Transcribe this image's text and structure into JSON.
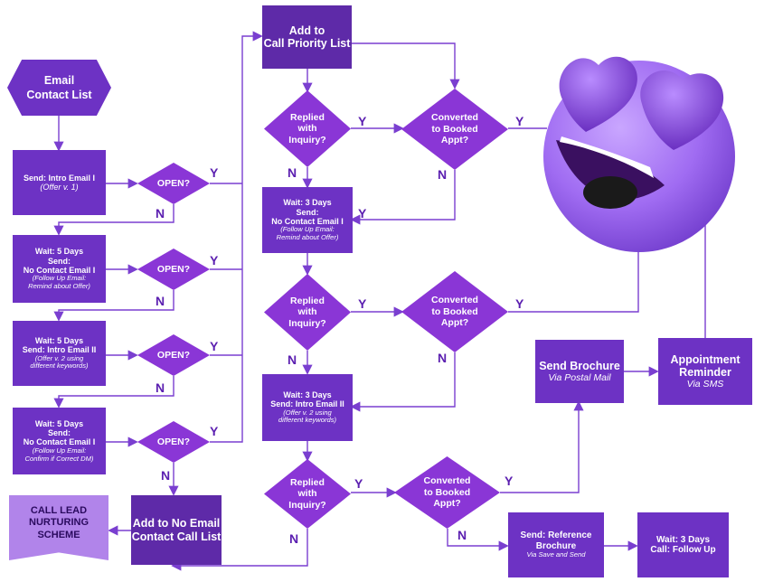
{
  "start": {
    "line1": "Email",
    "line2": "Contact List"
  },
  "boxes": {
    "intro1": {
      "l1": "Send: Intro Email I",
      "sub": "(Offer v. 1)"
    },
    "wait_nc1": {
      "l1": "Wait: 5 Days",
      "l2": "Send:",
      "l3": "No Contact Email I",
      "sub1": "(Follow Up Email:",
      "sub2": "Remind about Offer)"
    },
    "wait_intro2": {
      "l1": "Wait: 5 Days",
      "l2": "Send: Intro Email II",
      "sub1": "(Offer v. 2 using",
      "sub2": "different keywords)"
    },
    "wait_nc1b": {
      "l1": "Wait: 5 Days",
      "l2": "Send:",
      "l3": "No Contact Email I",
      "sub1": "(Follow Up Email:",
      "sub2": "Confirm if Correct DM)"
    },
    "add_priority": {
      "l1": "Add to",
      "l2": "Call Priority List"
    },
    "wait3_nc": {
      "l1": "Wait: 3 Days",
      "l2": "Send:",
      "l3": "No Contact Email I",
      "sub1": "(Follow Up Email:",
      "sub2": "Remind about Offer)"
    },
    "wait3_intro2": {
      "l1": "Wait: 3 Days",
      "l2": "Send: Intro Email II",
      "sub1": "(Offer v. 2 using",
      "sub2": "different keywords)"
    },
    "add_noemail": {
      "l1": "Add to No Email",
      "l2": "Contact Call List"
    },
    "send_brochure": {
      "l1": "Send Brochure",
      "sub": "Via Postal Mail"
    },
    "appt_reminder": {
      "l1": "Appointment",
      "l2": "Reminder",
      "sub": "Via SMS"
    },
    "send_ref": {
      "l1": "Send: Reference",
      "l2": "Brochure",
      "sub": "Via Save and Send"
    },
    "wait3_call": {
      "l1": "Wait: 3 Days",
      "l2": "Call: Follow Up"
    }
  },
  "banner": {
    "l1": "CALL LEAD",
    "l2": "NURTURING",
    "l3": "SCHEME"
  },
  "decisions": {
    "open": "OPEN?",
    "replied": "Replied\nwith\nInquiry?",
    "converted": "Converted\nto Booked\nAppt?"
  },
  "labels": {
    "yes": "Y",
    "no": "N"
  },
  "colors": {
    "box": "#6d32c4",
    "diamond": "#8a36d6",
    "line": "#7a3fd0",
    "banner": "#b184ea"
  },
  "mascot_icon": "heart-eyes-emoji-icon"
}
